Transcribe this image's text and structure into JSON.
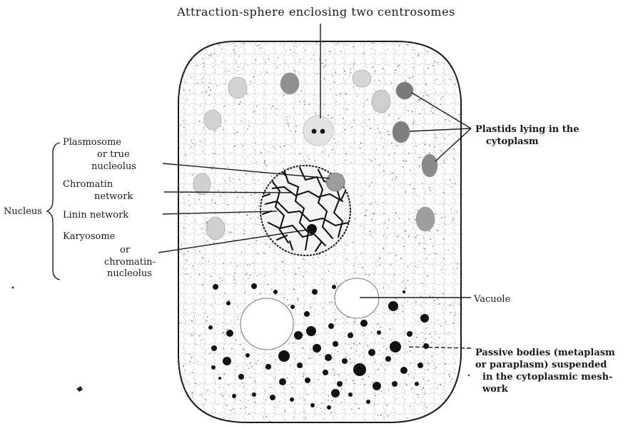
{
  "title": "Attraction-sphere enclosing two centrosomes",
  "nucleus_group": "Nucleus",
  "left_labels": {
    "plasmosome": [
      "Plasmosome",
      "or true",
      "nucleolus"
    ],
    "chromatin": [
      "Chromatin",
      "network"
    ],
    "linin": [
      "Linin network"
    ],
    "karyosome": [
      "Karyosome",
      "or",
      "chromatin-",
      "nucleolus"
    ]
  },
  "right_labels": {
    "plastids": [
      "Plastids lying in the",
      "cytoplasm"
    ],
    "vacuole": [
      "Vacuole"
    ],
    "passive": [
      "Passive bodies (metaplasm",
      "or paraplasm) suspended",
      "in the cytoplasmic mesh-",
      "work"
    ]
  },
  "colors": {
    "ink": "#1a1a1a",
    "paper": "#ffffff",
    "speckle": "#555555"
  }
}
